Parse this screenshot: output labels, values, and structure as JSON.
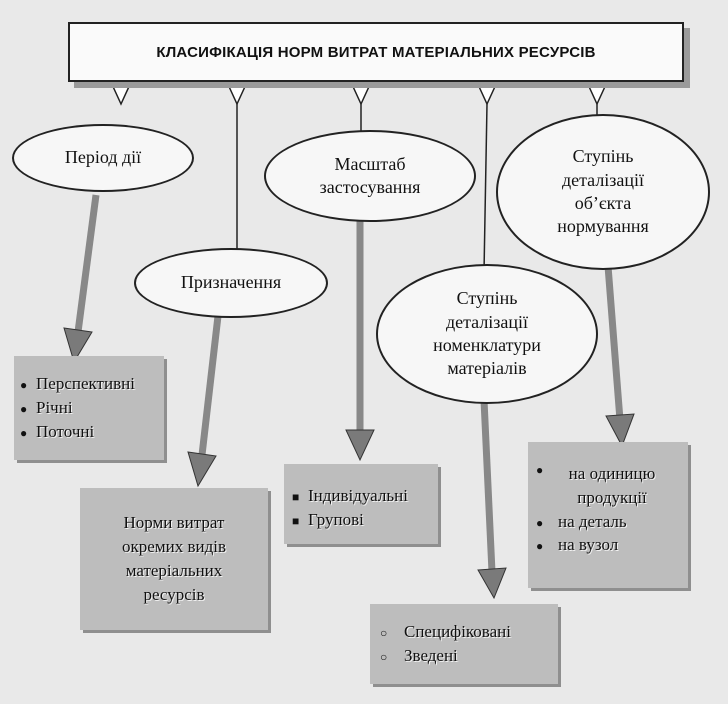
{
  "title": "КЛАСИФІКАЦІЯ НОРМ ВИТРАТ МАТЕРІАЛЬНИХ РЕСУРСІВ",
  "categories": {
    "period": {
      "label": "Період дії",
      "items": [
        "Перспективні",
        "Річні",
        "Поточні"
      ]
    },
    "purpose": {
      "label": "Призначення",
      "result": "Норми витрат окремих видів матеріальних ресурсів"
    },
    "scale": {
      "label": "Масштаб застосування",
      "items": [
        "Індивідуальні",
        "Групові"
      ]
    },
    "nomenclature": {
      "label": "Ступінь деталізації номенклатури матеріалів",
      "items": [
        "Специфіковані",
        "Зведені"
      ]
    },
    "object": {
      "label": "Ступінь деталізації об’єкта нормування",
      "items": [
        "на одиницю продукції",
        "на деталь",
        "на вузол"
      ]
    }
  },
  "colors": {
    "box_fill": "#bdbdbd",
    "arrow": "#8a8a8a",
    "outline": "#222222"
  }
}
